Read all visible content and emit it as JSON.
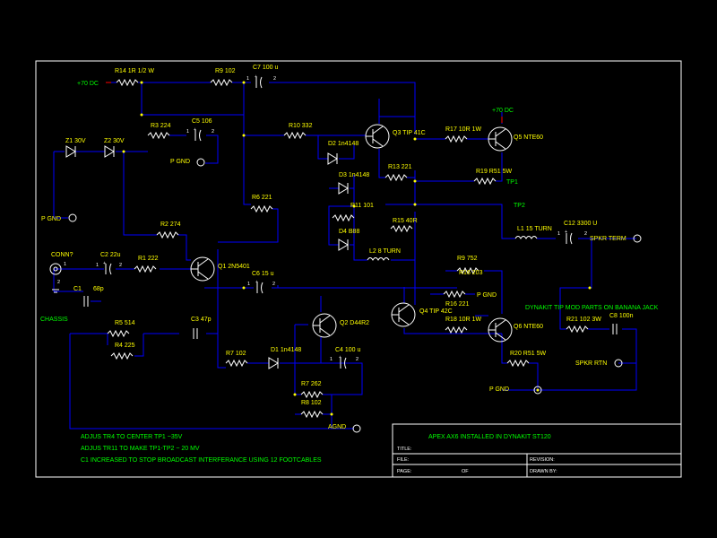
{
  "colors": {
    "background": "#000000",
    "wire": "#0000ff",
    "component": "#ffffff",
    "label": "#ffff00",
    "note": "#00ff00",
    "polarity": "#ff0000"
  },
  "labels": {
    "r14": "R14 1R 1/2 W",
    "r9": "R9 102",
    "c7": "C7 100 u",
    "plus70_left": "+70 DC",
    "r3": "R3 224",
    "c5": "C5 106",
    "r10": "R10 332",
    "q3": "Q3 TIP 41C",
    "r17": "R17 10R 1W",
    "plus70_right": "+70 DC",
    "q5": "Q5 NTE60",
    "z1": "Z1 30V",
    "z2": "Z2 30V",
    "d2": "D2 1n4148",
    "pgnd1": "P GND",
    "r13": "R13 221",
    "r19": "R19 R51 5W",
    "tp1": "TP1",
    "d3": "D3 1n4148",
    "r6": "R6 221",
    "r11": "R11 101",
    "pgnd_left": "P GND",
    "r2": "R2 274",
    "r15": "R15 40R",
    "tp2": "TP2",
    "l1": "L1 15 TURN",
    "c12": "C12 3300 U",
    "spkr_term": "SPKR TERM",
    "d4": "D4 B88",
    "conn": "CONN?",
    "c2": "C2 22u",
    "r1": "R1 222",
    "q1": "Q1 2N5401",
    "l2": "L2 8 TURN",
    "r9b": "R9 752",
    "c6": "C6 15 u",
    "r16a": "R16 203",
    "pgnd2": "P GND",
    "r16b": "R16 221",
    "c1": "C1",
    "c1v": "68p",
    "chassis": "CHASSIS",
    "dynakit": "DYNAKIT TIP MOD PARTS ON BANANA JACK",
    "q4": "Q4 TIP 42C",
    "r5": "R5 514",
    "c3": "C3 47p",
    "q2": "Q2 D44R2",
    "r18": "R18 10R 1W",
    "q6": "Q6 NTE60",
    "r21": "R21 102 3W",
    "c8": "C8 100n",
    "r4": "R4 225",
    "r7": "R7 102",
    "d1": "D1 1n4148",
    "c4": "C4 100 u",
    "r20": "R20 R51 5W",
    "spkr_rtn": "SPKR RTN",
    "r7b": "R7 262",
    "pgnd3": "P GND",
    "r8": "R8 102",
    "agnd": "AGND"
  },
  "notes": [
    "ADJUS TR4 TO CENTER TP1 ~35V",
    "ADJUS TR11 TO MAKE TP1-TP2 ~ 20 MV",
    "C1 INCREASED TO STOP BROADCAST INTERFERANCE USING 12 FOOTCABLES"
  ],
  "title_block": {
    "title_value": "APEX AX6 INSTALLED IN DYNAKIT ST120",
    "title_label": "TITLE:",
    "file_label": "FILE:",
    "revision_label": "REVISION:",
    "page_label": "PAGE:",
    "of_label": "OF",
    "drawn_by_label": "DRAWN BY:"
  },
  "pin_numbers": {
    "one": "1",
    "two": "2",
    "plus": "+"
  }
}
